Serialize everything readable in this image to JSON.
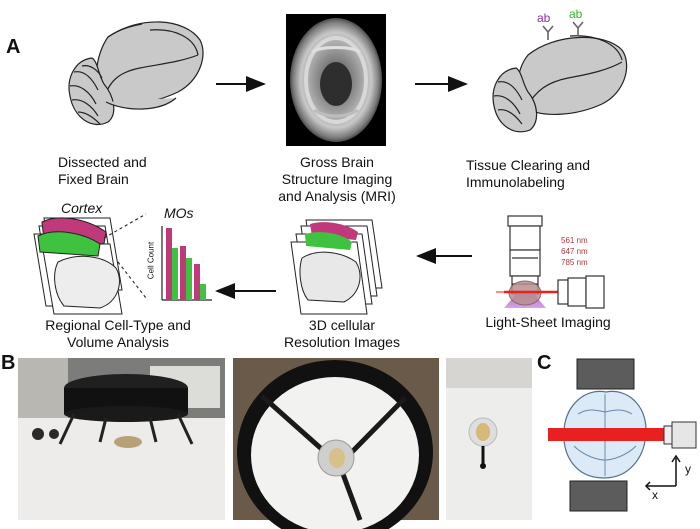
{
  "panel_a": {
    "letter": "A",
    "steps": {
      "dissected": "Dissected and\nFixed Brain",
      "mri": "Gross Brain\nStructure Imaging\nand Analysis (MRI)",
      "clearing": "Tissue Clearing and\nImmunolabeling",
      "lightsheet": "Light-Sheet Imaging",
      "resolution": "3D cellular\nResolution Images",
      "regional": "Regional Cell-Type and\nVolume Analysis"
    },
    "antibody_labels": [
      "ab",
      "ab"
    ],
    "antibody_colors": [
      "#8b2fa8",
      "#2db82d"
    ],
    "wavelengths": [
      "561 nm",
      "647 nm",
      "785 nm"
    ],
    "wavelength_color": "#b2373b",
    "cortex_label": "Cortex",
    "mos_label": "MOs",
    "ylabel": "Cell Count",
    "colors": {
      "magenta": "#c0397a",
      "green": "#3fc23f",
      "brain_gray": "#c9c9c9",
      "laser_red": "#e82020"
    }
  },
  "panel_b": {
    "letter": "B"
  },
  "panel_c": {
    "letter": "C",
    "axis_x": "x",
    "axis_y": "y"
  }
}
